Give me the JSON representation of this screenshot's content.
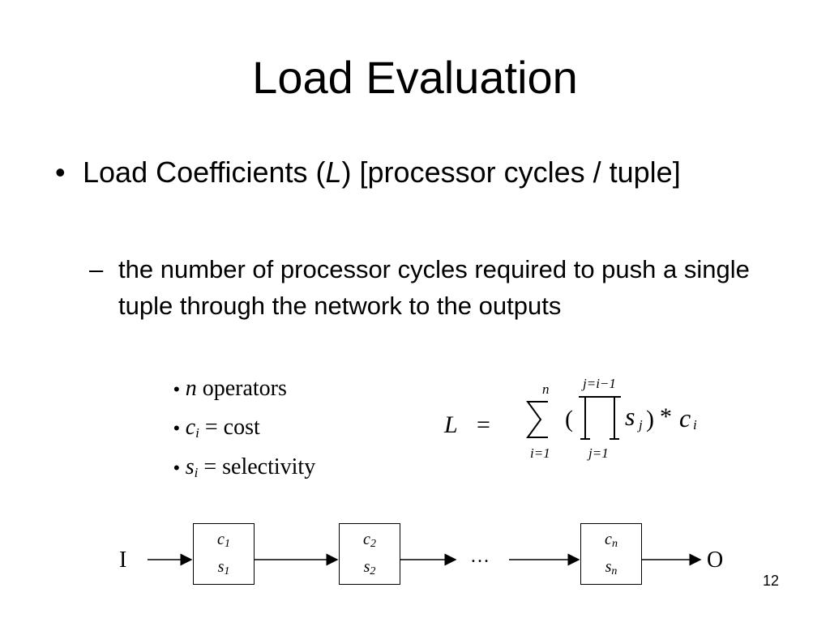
{
  "slide": {
    "title": "Load Evaluation",
    "page_number": "12"
  },
  "bullet1": {
    "marker": "•",
    "text_a": "Load Coefficients (",
    "text_L": "L",
    "text_b": ") [processor cycles / tuple]"
  },
  "bullet2": {
    "marker": "–",
    "text": "the number of processor cycles required to push a single tuple through the network to the outputs"
  },
  "sub_bullets": [
    {
      "marker": "•",
      "var": "n",
      "sub": "",
      "text": " operators"
    },
    {
      "marker": "•",
      "var": "c",
      "sub": "i",
      "text": " = cost"
    },
    {
      "marker": "•",
      "var": "s",
      "sub": "i",
      "text": " = selectivity"
    }
  ],
  "formula": {
    "lhs": "L",
    "equals": "=",
    "sum_upper": "n",
    "sum_lower": "i=1",
    "prod_upper": "j=i−1",
    "prod_lower": "j=1",
    "open_paren": "(",
    "close_paren": ")",
    "s_var": "s",
    "s_sub": "j",
    "times": "*",
    "c_var": "c",
    "c_sub": "i"
  },
  "diagram": {
    "input_label": "I",
    "output_label": "O",
    "ellipsis": "…",
    "operators": [
      {
        "c": "c",
        "c_sub": "1",
        "s": "s",
        "s_sub": "1"
      },
      {
        "c": "c",
        "c_sub": "2",
        "s": "s",
        "s_sub": "2"
      },
      {
        "c": "c",
        "c_sub": "n",
        "s": "s",
        "s_sub": "n"
      }
    ]
  }
}
